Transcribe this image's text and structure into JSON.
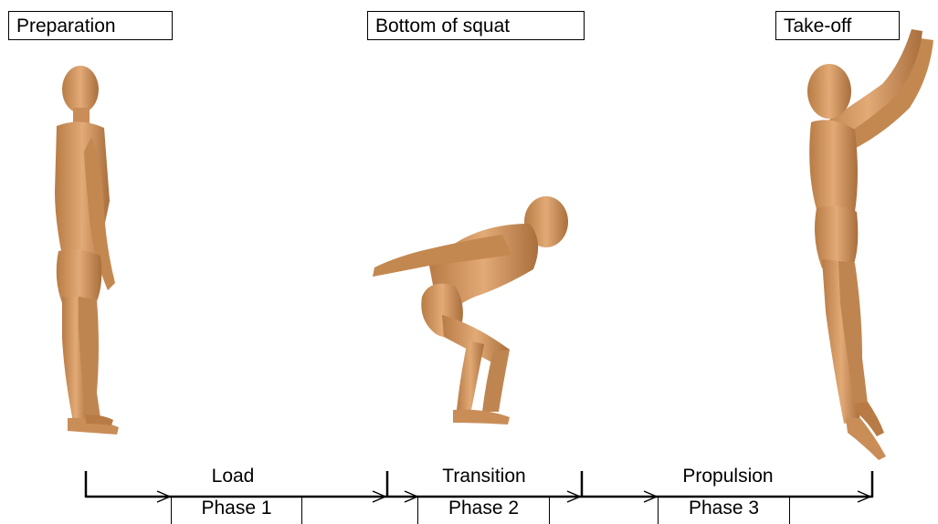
{
  "stages": {
    "preparation": "Preparation",
    "bottom_of_squat": "Bottom of squat",
    "take_off": "Take-off"
  },
  "phases": [
    {
      "name": "Load",
      "label": "Phase 1"
    },
    {
      "name": "Transition",
      "label": "Phase 2"
    },
    {
      "name": "Propulsion",
      "label": "Phase 3"
    }
  ],
  "colors": {
    "skin": "#D9A06C",
    "skin_shadow": "#A8703F",
    "line": "#000000"
  }
}
